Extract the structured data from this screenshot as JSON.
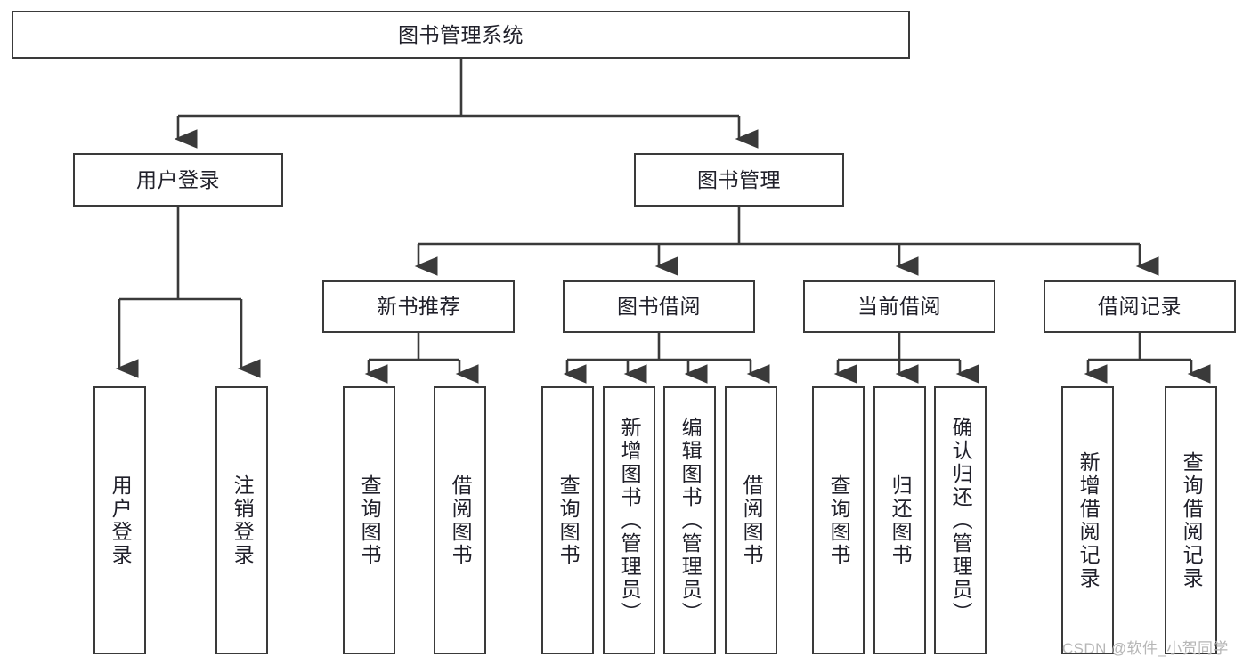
{
  "diagram": {
    "type": "tree-hierarchy-chart",
    "title_text": "图书管理系统",
    "watermark": "CSDN @软件_小贺同学",
    "colors": {
      "box_border": "#3a3a3a",
      "box_fill": "#ffffff",
      "connector": "#3a3a3a",
      "text": "#20202a",
      "watermark": "#b6b6b6",
      "background": "#ffffff"
    },
    "nodes": {
      "root": {
        "label": "图书管理系统"
      },
      "level2": [
        {
          "id": "user-login",
          "label": "用户登录"
        },
        {
          "id": "book-manage",
          "label": "图书管理"
        }
      ],
      "level3": [
        {
          "id": "new-book-recommend",
          "label": "新书推荐"
        },
        {
          "id": "book-borrow",
          "label": "图书借阅"
        },
        {
          "id": "current-borrow",
          "label": "当前借阅"
        },
        {
          "id": "borrow-record",
          "label": "借阅记录"
        }
      ],
      "leaves": {
        "user-login": [
          {
            "id": "leaf-user-login",
            "label": "用户登录"
          },
          {
            "id": "leaf-user-logout",
            "label": "注销登录"
          }
        ],
        "new-book-recommend": [
          {
            "id": "leaf-query-book-1",
            "label": "查询图书"
          },
          {
            "id": "leaf-borrow-book-1",
            "label": "借阅图书"
          }
        ],
        "book-borrow": [
          {
            "id": "leaf-query-book-2",
            "label": "查询图书"
          },
          {
            "id": "leaf-add-book",
            "label": "新增图书（管理员）"
          },
          {
            "id": "leaf-edit-book",
            "label": "编辑图书（管理员）"
          },
          {
            "id": "leaf-borrow-book-2",
            "label": "借阅图书"
          }
        ],
        "current-borrow": [
          {
            "id": "leaf-query-book-3",
            "label": "查询图书"
          },
          {
            "id": "leaf-return-book",
            "label": "归还图书"
          },
          {
            "id": "leaf-confirm-return",
            "label": "确认归还（管理员）"
          }
        ],
        "borrow-record": [
          {
            "id": "leaf-add-record",
            "label": "新增借阅记录"
          },
          {
            "id": "leaf-query-record",
            "label": "查询借阅记录"
          }
        ]
      }
    }
  }
}
